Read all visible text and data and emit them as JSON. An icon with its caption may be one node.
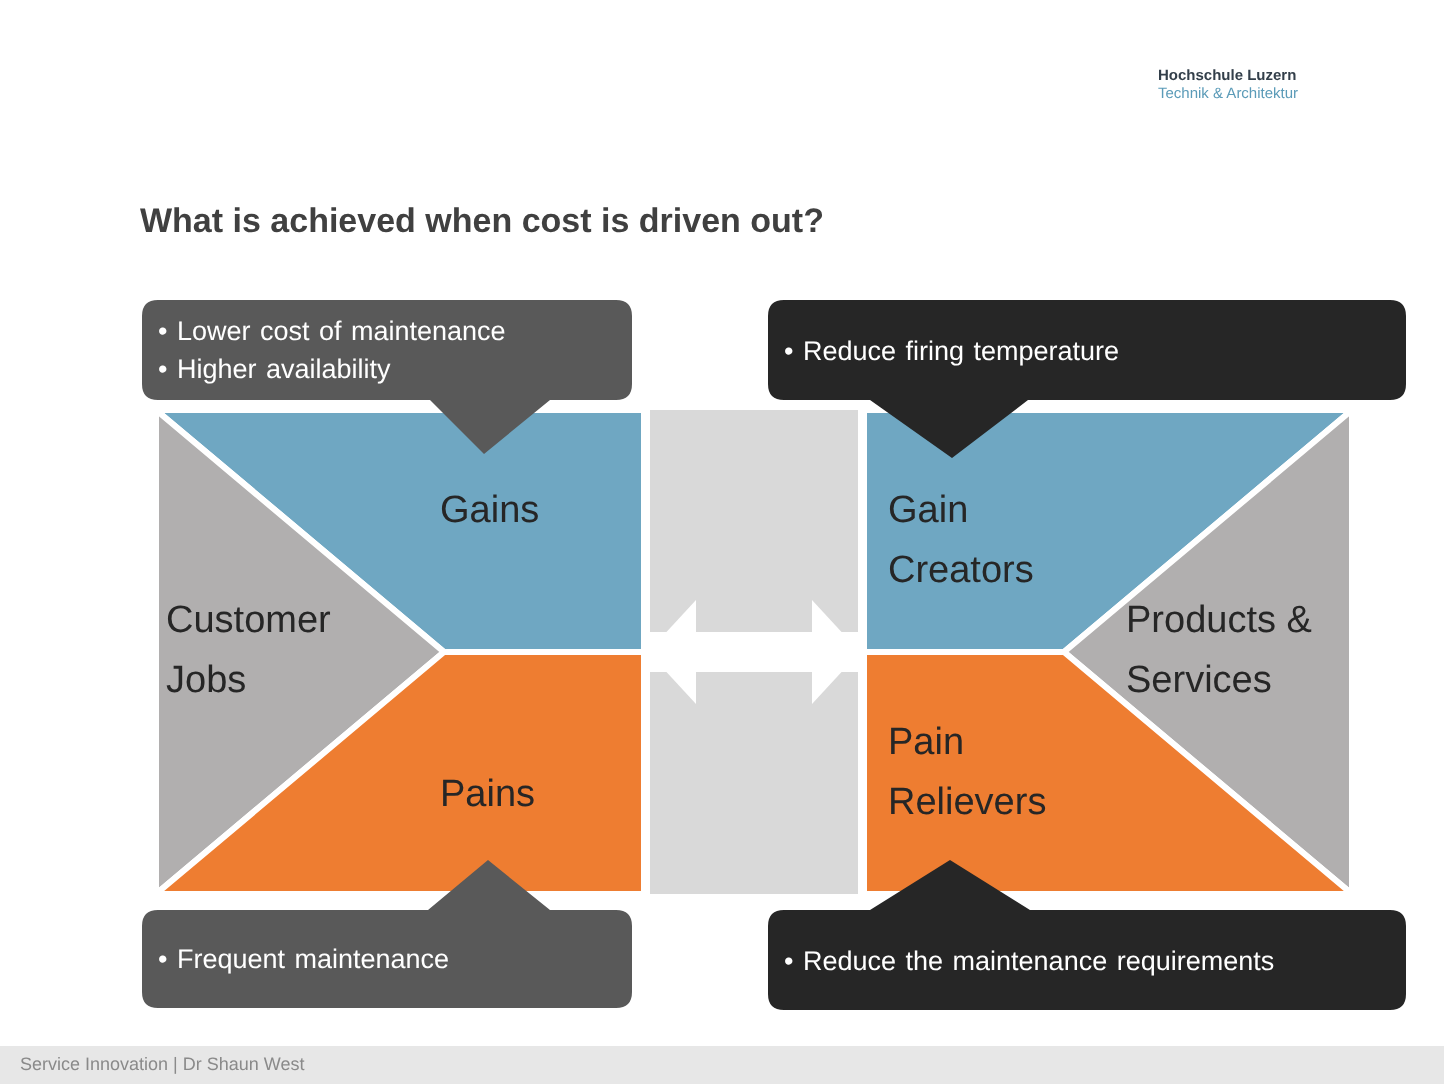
{
  "diagram": {
    "title": "What is achieved when cost is driven out?",
    "nodes": [
      {
        "text": [
          "Gains"
        ]
      },
      {
        "text": [
          "Customer Jobs"
        ]
      },
      {
        "text": [
          "Pains"
        ]
      },
      {
        "text": [
          "Gain Creators"
        ]
      },
      {
        "text": [
          "Products & Services"
        ]
      },
      {
        "text": [
          "Pain Relievers"
        ]
      },
      {
        "text": [
          "• Lower cost of maintenance",
          "• Higher availability"
        ]
      },
      {
        "text": [
          "• Reduce firing temperature"
        ]
      },
      {
        "text": [
          "• Frequent maintenance"
        ]
      },
      {
        "text": [
          "• Reduce the maintenance requirements"
        ]
      }
    ],
    "edges": [
      {
        "from": 0,
        "to": 3,
        "arrow": "both"
      }
    ],
    "labels": [
      "Hochschule Luzern",
      "Technik & Architektur",
      "Service Innovation | Dr Shaun West"
    ]
  }
}
